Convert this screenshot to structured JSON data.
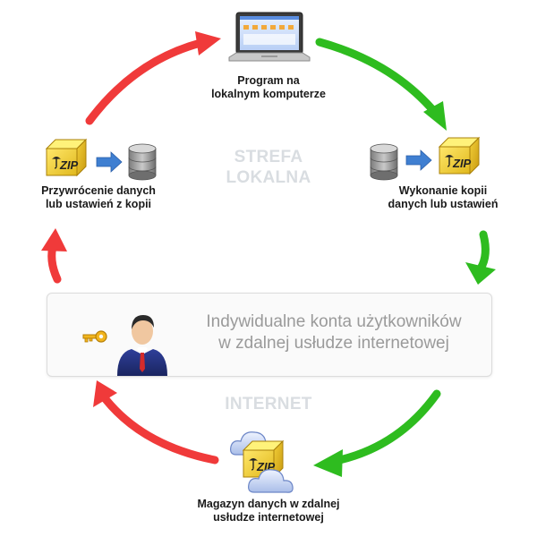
{
  "nodes": {
    "top": {
      "line1": "Program na",
      "line2": "lokalnym komputerze"
    },
    "right": {
      "line1": "Wykonanie kopii",
      "line2": "danych lub ustawień"
    },
    "bottom": {
      "line1": "Magazyn danych w zdalnej",
      "line2": "usłudze internetowej"
    },
    "left": {
      "line1": "Przywrócenie danych",
      "line2": "lub ustawień z kopii"
    }
  },
  "zones": {
    "local": {
      "line1": "STREFA",
      "line2": "LOKALNA"
    },
    "internet": "INTERNET"
  },
  "accounts": {
    "line1": "Indywidualne konta użytkowników",
    "line2": "w zdalnej usłudze internetowej"
  },
  "archive_label": "ZIP",
  "colors": {
    "green_arrow": "#2ebc1f",
    "red_arrow": "#f03a3a",
    "blue_arrow": "#3f7fd1"
  },
  "icons": [
    "laptop-icon",
    "database-icon",
    "zip-archive-icon",
    "cloud-icon",
    "user-icon",
    "key-icon",
    "arrow-right-icon"
  ]
}
